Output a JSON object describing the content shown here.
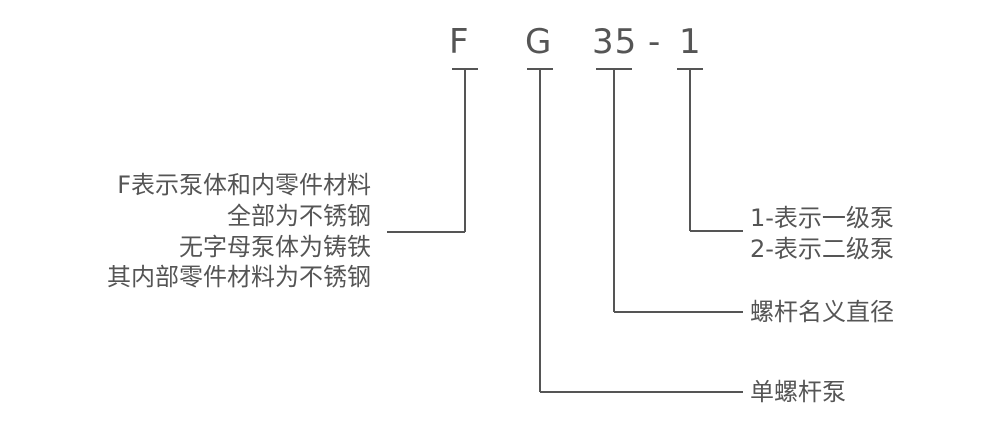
{
  "code": {
    "segment_f": "F",
    "segment_g": "G",
    "segment_35": "35",
    "dash": "-",
    "segment_1": "1"
  },
  "descriptions": {
    "f_lines": [
      "F表示泵体和内零件材料",
      "全部为不锈钢",
      "无字母泵体为铸铁",
      "其内部零件材料为不锈钢"
    ],
    "stage_lines": [
      "1-表示一级泵",
      "2-表示二级泵"
    ],
    "diameter": "螺杆名义直径",
    "pump_type": "单螺杆泵"
  }
}
